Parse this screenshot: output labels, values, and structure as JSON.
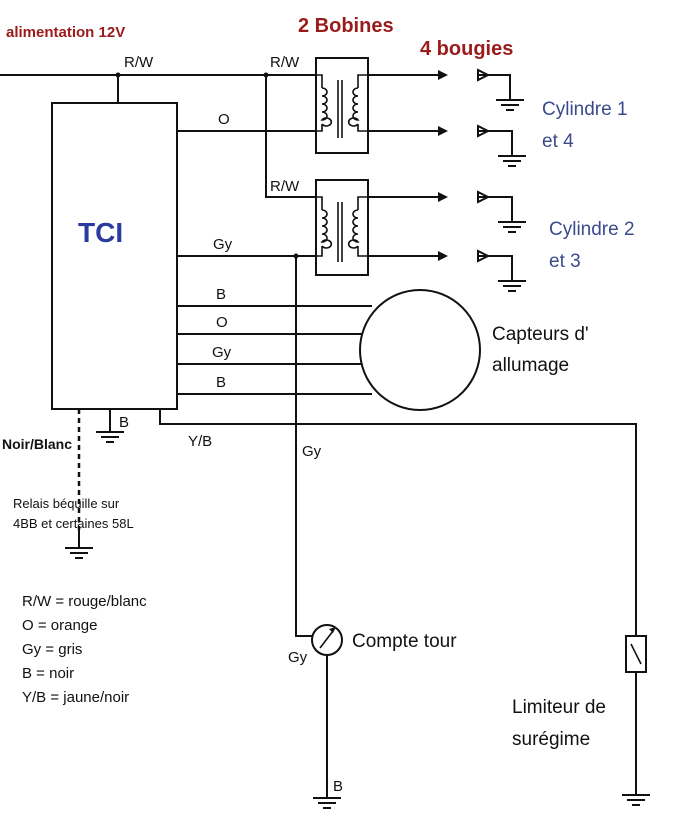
{
  "header": {
    "power": "alimentation 12V",
    "coils": "2 Bobines",
    "plugs": "4 bougies"
  },
  "tci": {
    "label": "TCI"
  },
  "wires": {
    "rw_top": "R/W",
    "rw_coil1": "R/W",
    "rw_coil2": "R/W",
    "o_coil1": "O",
    "gy_coil2": "Gy",
    "pickup": [
      "B",
      "O",
      "Gy",
      "B"
    ],
    "b_ground": "B",
    "yb": "Y/B",
    "gy_mid": "Gy",
    "gy_tach": "Gy",
    "b_tach_ground": "B"
  },
  "cylinders": {
    "c14_line1": "Cylindre 1",
    "c14_line2": "et 4",
    "c23_line1": "Cylindre 2",
    "c23_line2": "et 3"
  },
  "pickup_coil": {
    "line1": "Capteurs d'",
    "line2": "allumage"
  },
  "relay": {
    "noir_blanc": "Noir/Blanc",
    "line1": "Relais béquille sur",
    "line2": "4BB et certaines 58L"
  },
  "tachometer": {
    "label": "Compte tour"
  },
  "limiter": {
    "line1": "Limiteur de",
    "line2": "surégime"
  },
  "legend": [
    "R/W = rouge/blanc",
    "O = orange",
    "Gy = gris",
    "B = noir",
    "Y/B = jaune/noir"
  ],
  "colors": {
    "red_titles": "#9b1b1b",
    "blue_labels": "#3a4a8c",
    "tci": "#2b3aa0"
  }
}
